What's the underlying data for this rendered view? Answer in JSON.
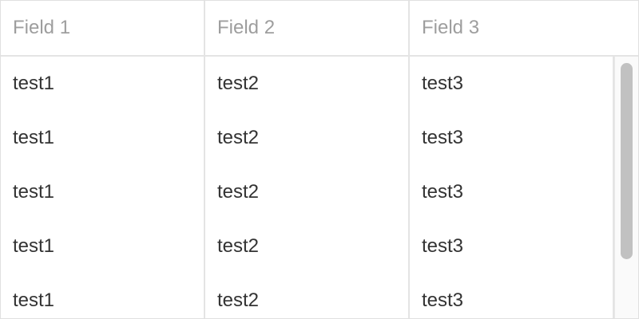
{
  "grid": {
    "columns": [
      "Field 1",
      "Field 2",
      "Field 3"
    ],
    "rows": [
      [
        "test1",
        "test2",
        "test3"
      ],
      [
        "test1",
        "test2",
        "test3"
      ],
      [
        "test1",
        "test2",
        "test3"
      ],
      [
        "test1",
        "test2",
        "test3"
      ],
      [
        "test1",
        "test2",
        "test3"
      ]
    ]
  },
  "colors": {
    "header_text": "#9e9e9e",
    "cell_text": "#333333",
    "border": "#e4e4e4",
    "scrollbar_thumb": "#c1c1c1"
  }
}
